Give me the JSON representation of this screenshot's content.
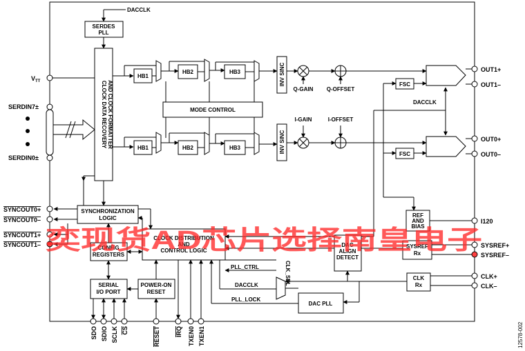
{
  "serdes_pll": [
    "SERDES",
    "PLL"
  ],
  "dacclk_top": "DACCLK",
  "cdr": [
    "CLOCK DATA RECOVERY",
    "AND CLOCK FORMATTER"
  ],
  "vtt": "V",
  "vtt_sub": "TT",
  "serdin7": "SERDIN7±",
  "serdin0": "SERDIN0±",
  "hb1": "HB1",
  "hb2": "HB2",
  "hb3": "HB3",
  "inv_sinc": "INV SINC",
  "mode_control": "MODE CONTROL",
  "q_gain": "Q-GAIN",
  "q_offset": "Q-OFFSET",
  "i_gain": "I-GAIN",
  "i_offset": "I-OFFSET",
  "fsc": "FSC",
  "dacclk_mid": "DACCLK",
  "out1p": "OUT1+",
  "out1m": "OUT1–",
  "out0p": "OUT0+",
  "out0m": "OUT0–",
  "sync_logic": [
    "SYNCHRONIZATION",
    "LOGIC"
  ],
  "syncout0p": "SYNCOUT0+",
  "syncout0m": "SYNCOUT0–",
  "syncout1p": "SYNCOUT1+",
  "syncout1m": "SYNCOUT1–",
  "config": [
    "CONFIG",
    "REGISTERS"
  ],
  "clock_dist": [
    "CLOCK DISTRIBUTION",
    "AND",
    "CONTROL LOGIC"
  ],
  "pll_ctrl": "PLL_CTRL",
  "clk_sel": "CLK_SEL",
  "dacclk_low": "DACCLK",
  "pll_lock": "PLL_LOCK",
  "dac_align": [
    "DAC",
    "ALIGN",
    "DETECT"
  ],
  "ref_bias": [
    "REF",
    "AND",
    "BIAS"
  ],
  "i120": "I120",
  "sysref_rx": [
    "SYSREF",
    "Rx"
  ],
  "sysrefp": "SYSREF+",
  "sysrefm": "SYSREF–",
  "clk_rx": [
    "CLK",
    "Rx"
  ],
  "clkp": "CLK+",
  "clkm": "CLK–",
  "dac_pll": "DAC PLL",
  "serial_io": [
    "SERIAL",
    "I/O PORT"
  ],
  "power_on": [
    "POWER-ON",
    "RESET"
  ],
  "bottom_pins": [
    "SDO",
    "SDIO",
    "SCLK",
    "CS",
    "RESET",
    "IRQ",
    "TXEN0",
    "TXEN1"
  ],
  "figure_id": "12578-002",
  "watermark": "奕现货AD芯片选择南皇电子"
}
